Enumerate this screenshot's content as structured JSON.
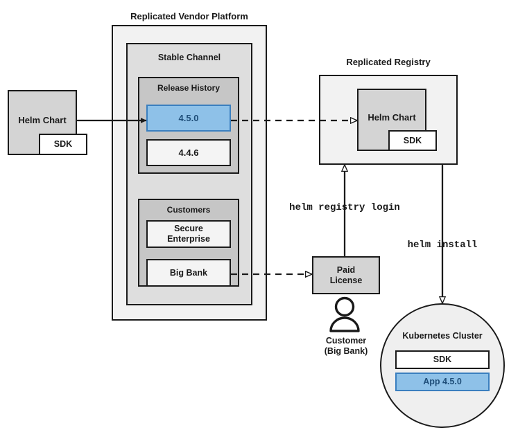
{
  "diagram": {
    "title_vendor_platform": "Replicated Vendor Platform",
    "title_registry": "Replicated Registry"
  },
  "vendor_platform": {
    "stable_channel": {
      "title": "Stable Channel",
      "release_history": {
        "title": "Release History",
        "releases": [
          {
            "version": "4.5.0",
            "highlighted": true
          },
          {
            "version": "4.4.6",
            "highlighted": false
          }
        ]
      },
      "customers": {
        "title": "Customers",
        "items": [
          {
            "name": "Secure\nEnterprise"
          },
          {
            "name": "Big Bank"
          }
        ]
      }
    }
  },
  "source_chart": {
    "title": "Helm Chart",
    "sub": "SDK"
  },
  "registry_chart": {
    "title": "Helm Chart",
    "sub": "SDK"
  },
  "license": {
    "label": "Paid\nLicense"
  },
  "customer_actor": {
    "icon": "person-icon",
    "caption_line1": "Customer",
    "caption_line2": "(Big Bank)"
  },
  "commands": {
    "registry_login": "helm registry login",
    "install": "helm install"
  },
  "cluster": {
    "title": "Kubernetes Cluster",
    "components": [
      {
        "label": "SDK",
        "highlighted": false
      },
      {
        "label": "App 4.5.0",
        "highlighted": true
      }
    ]
  },
  "colors": {
    "platform_bg": "#f2f2f2",
    "channel_bg": "#dedede",
    "section_bg": "#c6c6c6",
    "chart_bg": "#d4d4d4",
    "item_bg": "#f4f4f4",
    "highlight_bg": "#8ec1e8",
    "highlight_border": "#3a7fbf",
    "highlight_text": "#1f4e79",
    "stroke": "#1a1a1a",
    "white": "#ffffff",
    "cluster_bg": "#efefef"
  }
}
